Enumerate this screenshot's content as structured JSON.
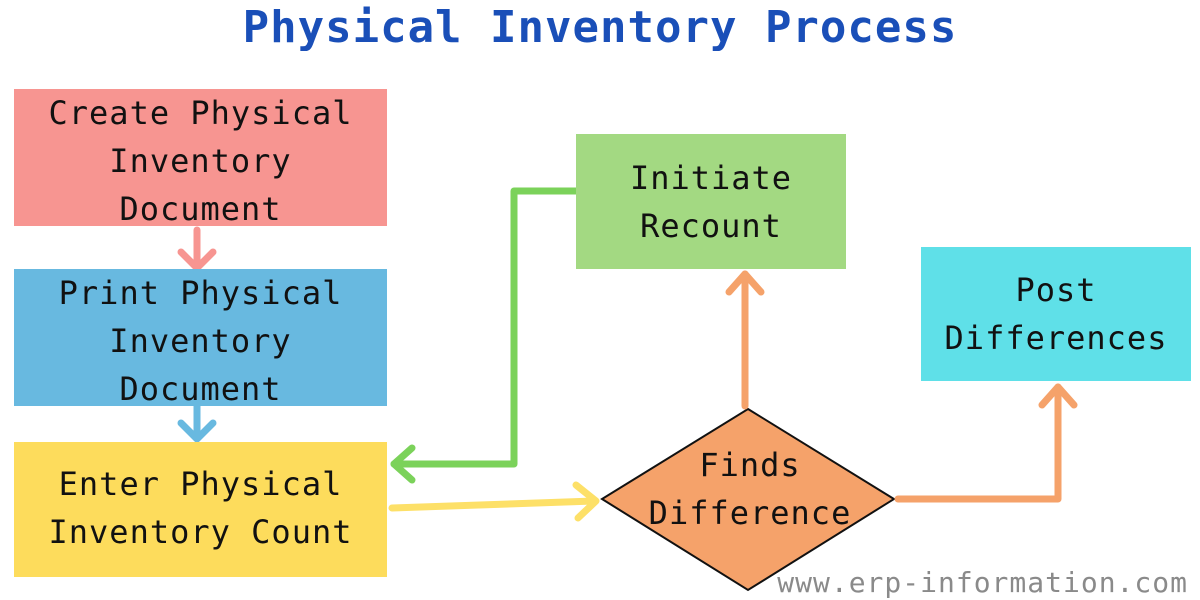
{
  "title": "Physical Inventory Process",
  "nodes": {
    "create_document": "Create Physical\nInventory\nDocument",
    "print_document": "Print Physical\nInventory\nDocument",
    "enter_count": "Enter Physical\nInventory Count",
    "initiate_recount": "Initiate\nRecount",
    "post_differences": "Post\nDifferences",
    "finds_difference": "Finds\nDifference"
  },
  "colors": {
    "title": "#1a4fb8",
    "create_document": "#f79591",
    "print_document": "#68b9e0",
    "enter_count": "#fddc5c",
    "initiate_recount": "#a3d982",
    "post_differences": "#5fe0e8",
    "finds_difference": "#f5a26a",
    "arrow_pink": "#f79591",
    "arrow_blue": "#68b9e0",
    "arrow_green": "#7bd25a",
    "arrow_yellow": "#fde068",
    "arrow_orange": "#f5a26a"
  },
  "watermark": "www.erp-information.com"
}
